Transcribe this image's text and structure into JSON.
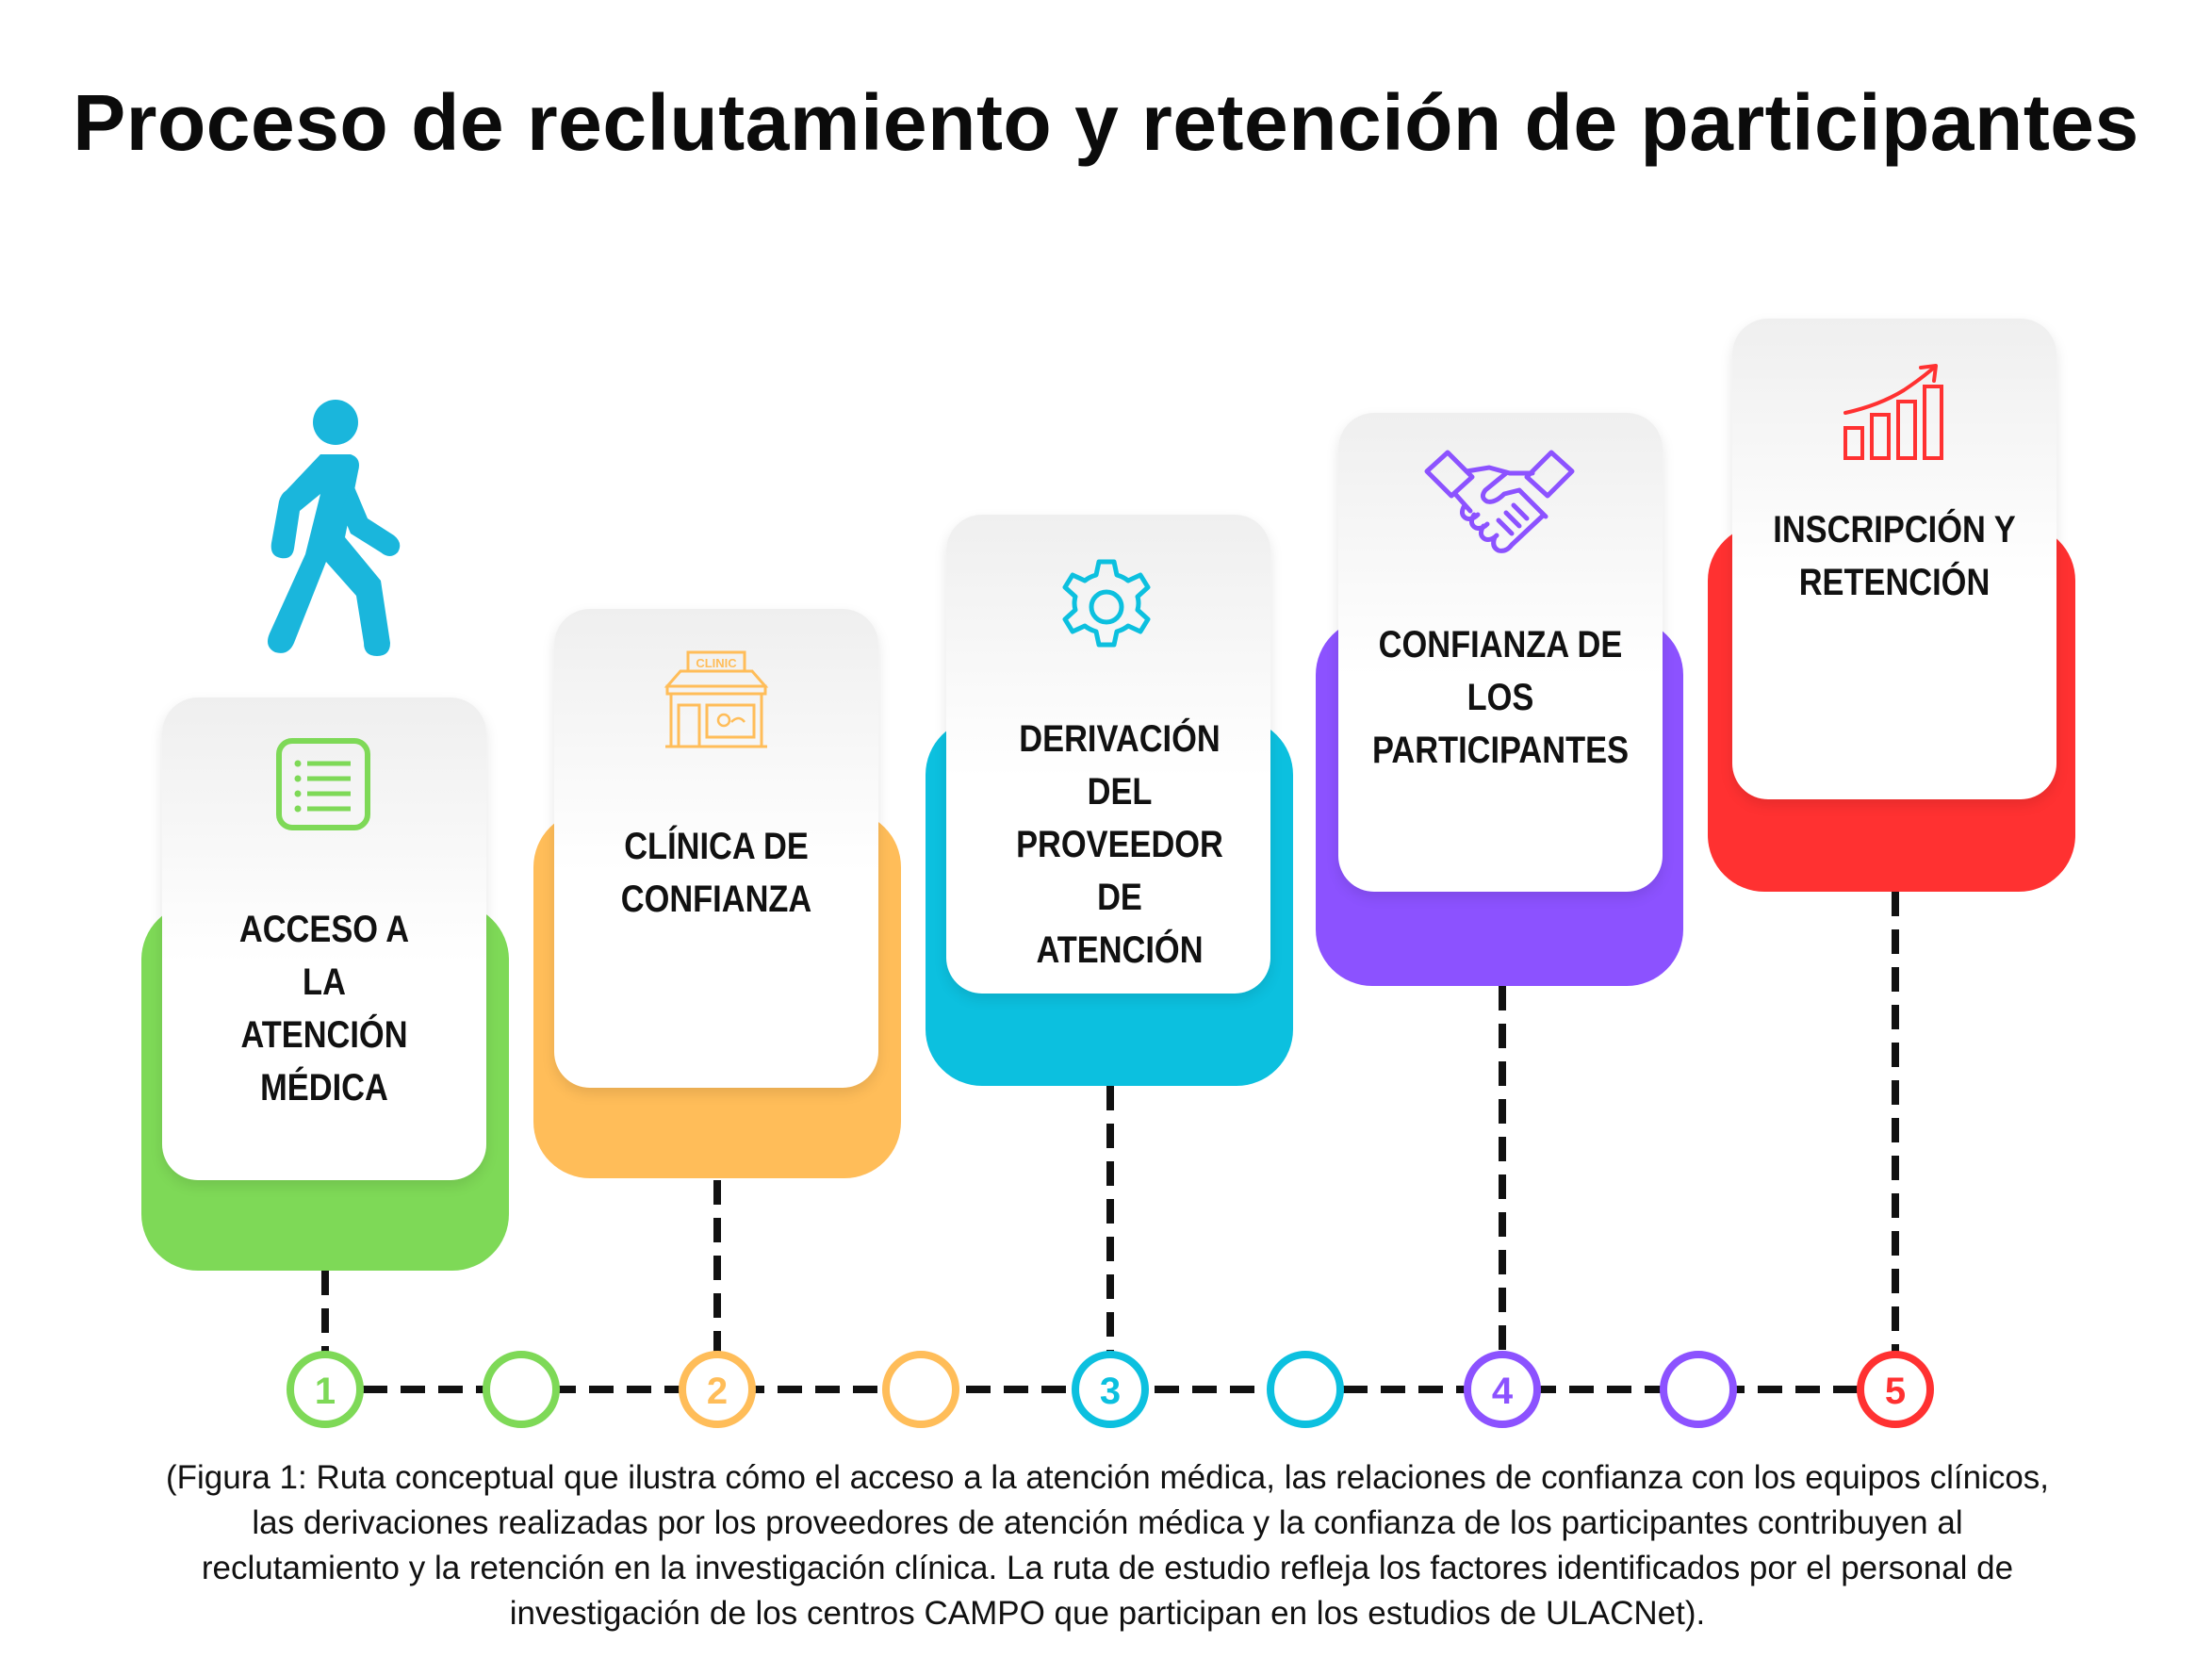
{
  "title": "Proceso de reclutamiento y retención de participantes",
  "steps": [
    {
      "number": "1",
      "label": "ACCESO A\nLA\nATENCIÓN\nMÉDICA",
      "color": "#7ed957",
      "icon": "list-icon"
    },
    {
      "number": "2",
      "label": "CLÍNICA DE\nCONFIANZA",
      "color": "#ffbd59",
      "icon": "clinic-icon"
    },
    {
      "number": "3",
      "label": "DERIVACIÓN\nDEL\nPROVEEDOR\nDE\nATENCIÓN",
      "color": "#0cc0df",
      "icon": "gear-icon"
    },
    {
      "number": "4",
      "label": "CONFIANZA DE\nLOS\nPARTICIPANTES",
      "color": "#8c52ff",
      "icon": "handshake-icon"
    },
    {
      "number": "5",
      "label": "INSCRIPCIÓN Y\nRETENCIÓN",
      "color": "#ff3131",
      "icon": "growth-chart-icon"
    }
  ],
  "clinic_sign": "CLINIC",
  "walker_color": "#1ab6dc",
  "caption": [
    "(Figura 1: Ruta conceptual que ilustra cómo el acceso a la atención médica, las relaciones de confianza con los equipos clínicos,",
    "las derivaciones realizadas por los proveedores de atención médica y la confianza de los participantes contribuyen al",
    "reclutamiento y la retención en la investigación clínica. La ruta de estudio refleja los factores identificados por el personal de",
    "investigación de los centros CAMPO que participan en los estudios de ULACNet)."
  ]
}
